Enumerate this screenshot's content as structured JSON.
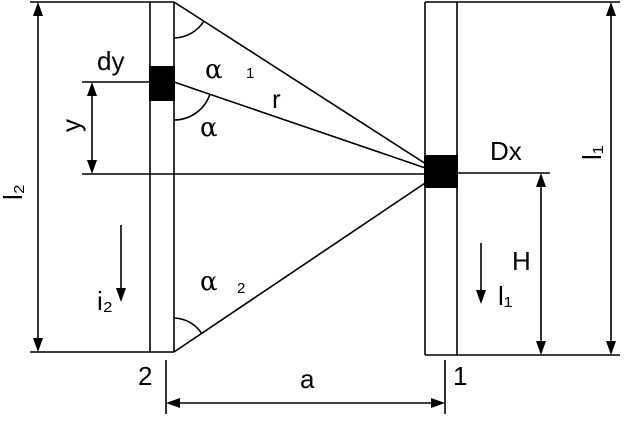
{
  "labels": {
    "dy": "dy",
    "y": "y",
    "alpha1": "α",
    "alpha1_sub": "1",
    "alpha": "α",
    "alpha2": "α",
    "alpha2_sub": "2",
    "r": "r",
    "Dx": "Dx",
    "H": "H",
    "l2": "l₂",
    "l1": "l₁",
    "i2": "i₂",
    "i1": "l₁",
    "a": "a",
    "num1": "1",
    "num2": "2"
  }
}
